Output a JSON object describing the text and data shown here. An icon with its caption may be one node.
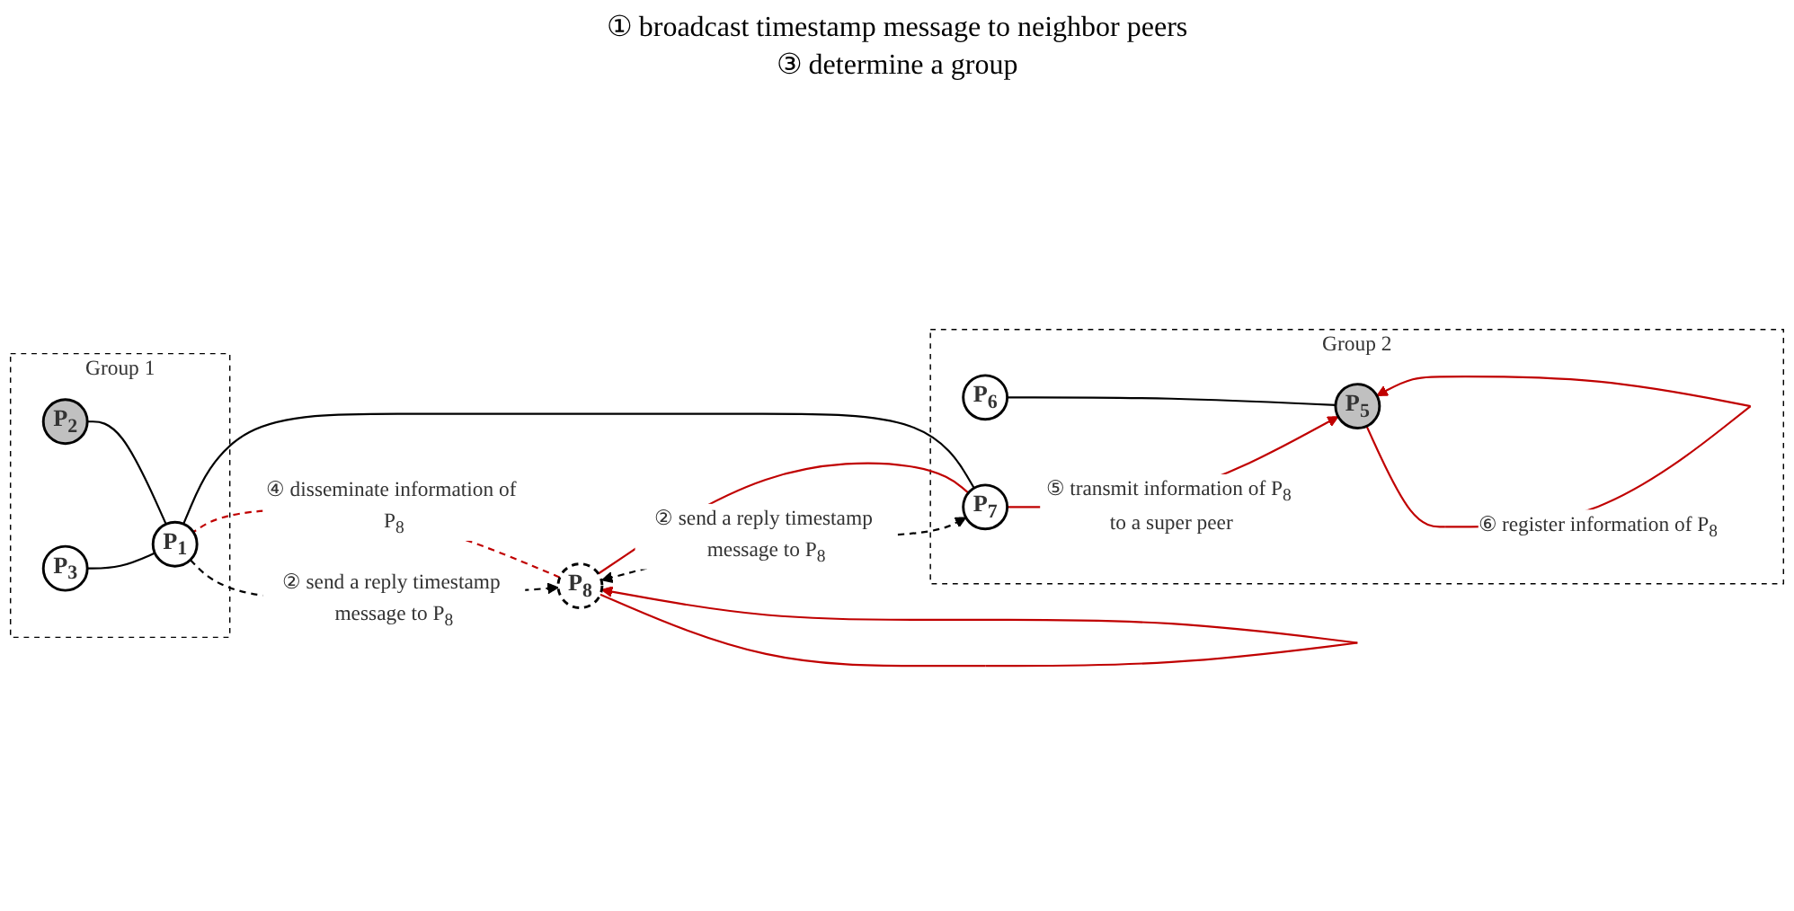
{
  "diagram": {
    "nodes": [
      {
        "text": [
          "Group 1"
        ]
      },
      {
        "text": [
          "P$_{3}$"
        ],
        "in": 0
      },
      {
        "text": [
          "P$_{1}$"
        ],
        "in": 0
      },
      {
        "text": [
          "P$_{2}$"
        ],
        "in": 0
      },
      {
        "text": [
          "P$_{8}$"
        ]
      },
      {
        "text": [
          "Group 2"
        ]
      },
      {
        "text": [
          "P$_{6}$"
        ],
        "in": 5
      },
      {
        "text": [
          "P$_{7}$"
        ],
        "in": 5
      },
      {
        "text": [
          "P$_{5}$"
        ],
        "in": 5
      }
    ],
    "edges": [
      {
        "from": 4,
        "to": 4,
        "arrow": "to",
        "color": "#c00000"
      },
      {
        "from": 2,
        "to": 4,
        "arrow": "to",
        "style": "dashed",
        "label": "② send a reply timestamp message to P$_{8}$"
      },
      {
        "from": 4,
        "to": 2,
        "arrow": "none",
        "style": "dashed",
        "color": "#c00000",
        "label": "④ disseminate information of P$_{8}$"
      },
      {
        "from": 4,
        "to": 7,
        "arrow": "both",
        "style": "dashed",
        "label": "② send a reply timestamp message to P$_{8}$"
      },
      {
        "from": 4,
        "to": 7,
        "arrow": "none",
        "color": "#c00000"
      },
      {
        "from": 1,
        "to": 2,
        "arrow": "none"
      },
      {
        "from": 3,
        "to": 2,
        "arrow": "none"
      },
      {
        "from": 2,
        "to": 7,
        "arrow": "none"
      },
      {
        "from": 7,
        "to": 8,
        "arrow": "to",
        "color": "#c00000",
        "label": "⑤ transmit information of P$_{8}$ to a super peer"
      },
      {
        "from": 6,
        "to": 8,
        "arrow": "none"
      },
      {
        "from": 8,
        "to": 8,
        "arrow": "to",
        "color": "#c00000",
        "label": "⑥ register information of P$_{8}$"
      }
    ],
    "labels": [
      "① broadcast timestamp message to neighbor peers",
      "③ determine a group"
    ]
  }
}
